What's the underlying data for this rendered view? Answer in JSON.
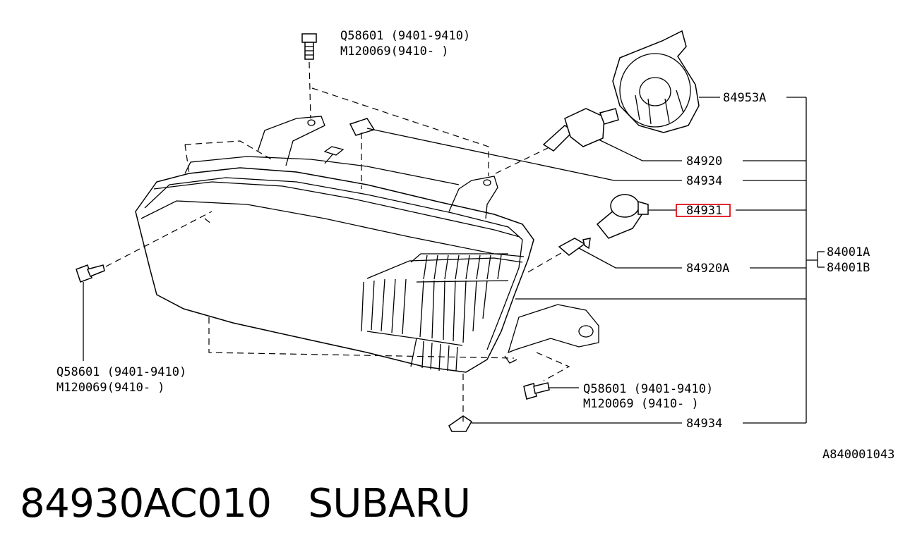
{
  "labels": {
    "bolt_top_line1": "Q58601 (9401-9410)",
    "bolt_top_line2": "M120069(9410-    )",
    "bolt_left_line1": "Q58601 (9401-9410)",
    "bolt_left_line2": "M120069(9410-    )",
    "bolt_bottom_line1": "Q58601  (9401-9410)",
    "bolt_bottom_line2": "M120069 (9410-    )",
    "socket_cover": "84953A",
    "bulb_main": "84920",
    "clip_upper": "84934",
    "bulb_socket": "84931",
    "small_bulb": "84920A",
    "assembly_a": "84001A",
    "assembly_b": "84001B",
    "clip_lower": "84934"
  },
  "diagram_id": "A840001043",
  "caption": "84930AC010   SUBARU",
  "highlight_color": "#e0101a"
}
